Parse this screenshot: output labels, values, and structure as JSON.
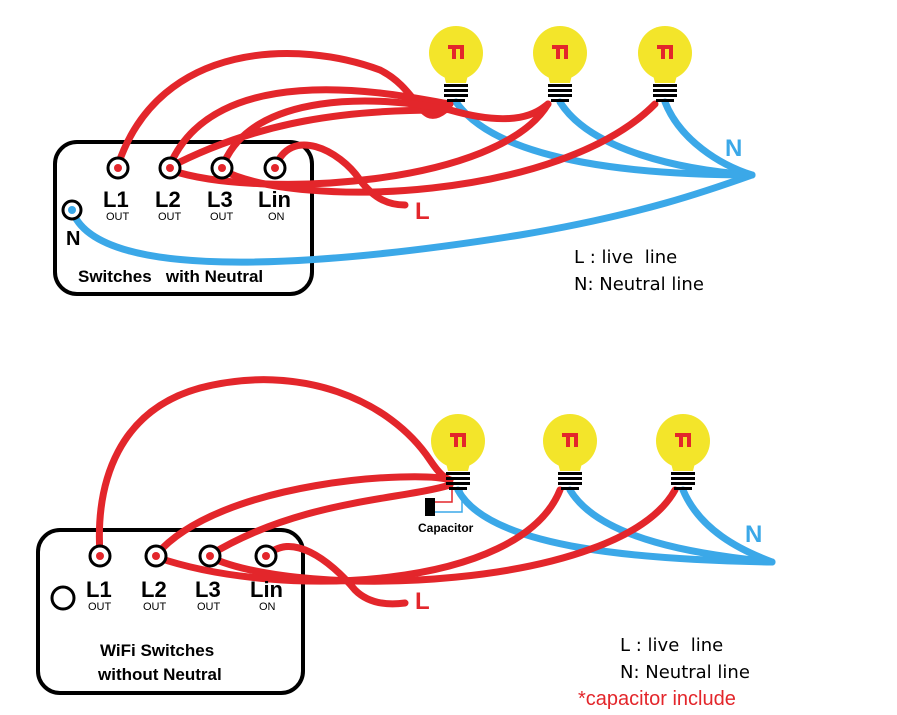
{
  "colors": {
    "live": "#e3262b",
    "neutral": "#3ba8e8",
    "bulb": "#f3e52a",
    "note": "#e3262b"
  },
  "diagram_top": {
    "terminals": [
      {
        "name": "L1",
        "sub": "OUT"
      },
      {
        "name": "L2",
        "sub": "OUT"
      },
      {
        "name": "L3",
        "sub": "OUT"
      },
      {
        "name": "Lin",
        "sub": "ON"
      }
    ],
    "neutral_terminal": "N",
    "box_title": "Switches   with Neutral",
    "live_tag": "L",
    "neutral_tag": "N",
    "legend_live": "L : live  line",
    "legend_neutral": "N: Neutral line"
  },
  "diagram_bottom": {
    "terminals": [
      {
        "name": "L1",
        "sub": "OUT"
      },
      {
        "name": "L2",
        "sub": "OUT"
      },
      {
        "name": "L3",
        "sub": "OUT"
      },
      {
        "name": "Lin",
        "sub": "ON"
      }
    ],
    "box_title_line1": "WiFi Switches",
    "box_title_line2": "without Neutral",
    "capacitor_label": "Capacitor",
    "live_tag": "L",
    "neutral_tag": "N",
    "legend_live": "L : live  line",
    "legend_neutral": "N: Neutral line",
    "note": "*capacitor include"
  }
}
